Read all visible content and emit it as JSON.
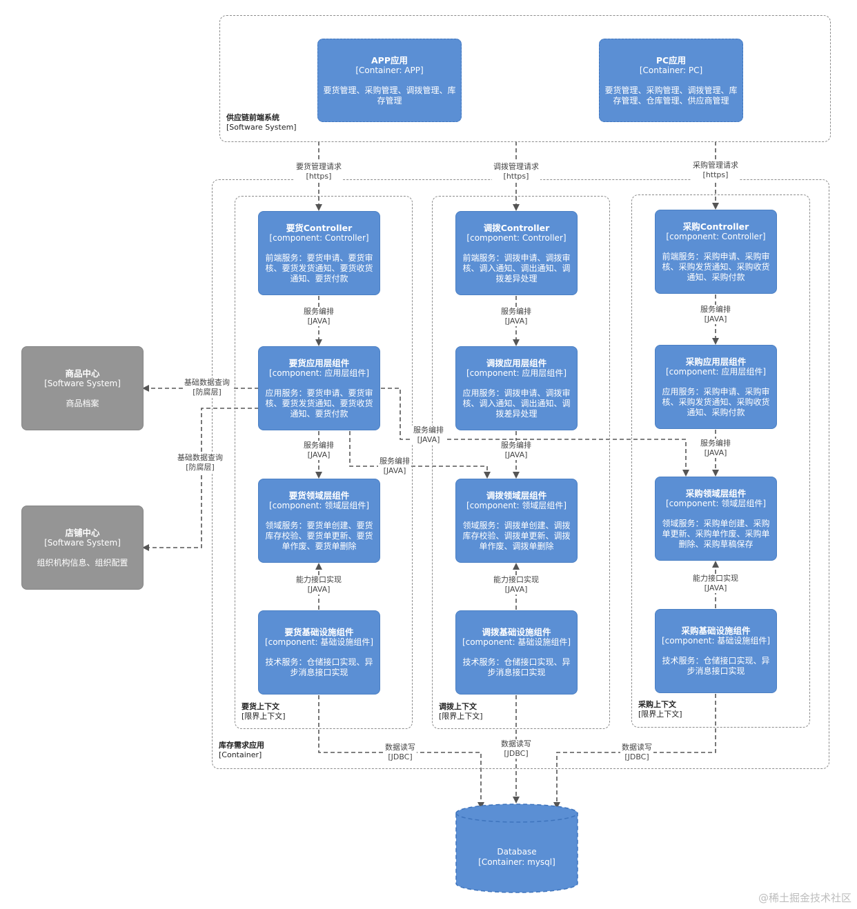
{
  "frontend": {
    "name": "供应链前端系统",
    "type": "[Software System]",
    "app": {
      "name": "APP应用",
      "type": "[Container: APP]",
      "desc": "要货管理、采购管理、调拨管理、库存管理"
    },
    "pc": {
      "name": "PC应用",
      "type": "[Container: PC]",
      "desc": "要货管理、采购管理、调拨管理、库存管理、仓库管理、供应商管理"
    }
  },
  "requests": {
    "yaohuo": {
      "label": "要货管理请求",
      "tech": "[https]"
    },
    "diaobo": {
      "label": "调拨管理请求",
      "tech": "[https]"
    },
    "caigou": {
      "label": "采购管理请求",
      "tech": "[https]"
    }
  },
  "app_container": {
    "name": "库存需求应用",
    "type": "[Container]"
  },
  "contexts": [
    {
      "name": "要货上下文",
      "type": "[限界上下文]",
      "components": [
        {
          "name": "要货Controller",
          "type": "[component: Controller]",
          "desc": "前端服务：要货申请、要货审核、要货发货通知、要货收货通知、要货付款"
        },
        {
          "name": "要货应用层组件",
          "type": "[component: 应用层组件]",
          "desc": "应用服务：要货申请、要货审核、要货发货通知、要货收货通知、要货付款"
        },
        {
          "name": "要货领域层组件",
          "type": "[component: 领域层组件]",
          "desc": "领域服务：要货单创建、要货库存校验、要货单更新、要货单作废、要货单删除"
        },
        {
          "name": "要货基础设施组件",
          "type": "[component: 基础设施组件]",
          "desc": "技术服务：仓储接口实现、异步消息接口实现"
        }
      ]
    },
    {
      "name": "调拨上下文",
      "type": "[限界上下文]",
      "components": [
        {
          "name": "调拨Controller",
          "type": "[component: Controller]",
          "desc": "前端服务：调拨申请、调拨审核、调入通知、调出通知、调拨差异处理"
        },
        {
          "name": "调拨应用层组件",
          "type": "[component: 应用层组件]",
          "desc": "应用服务：调拨申请、调拨审核、调入通知、调出通知、调拨差异处理"
        },
        {
          "name": "调拨领域层组件",
          "type": "[component: 领域层组件]",
          "desc": "领域服务：调拨单创建、调拨库存校验、调拨单更新、调拨单作废、调拨单删除"
        },
        {
          "name": "调拨基础设施组件",
          "type": "[component: 基础设施组件]",
          "desc": "技术服务：仓储接口实现、异步消息接口实现"
        }
      ]
    },
    {
      "name": "采购上下文",
      "type": "[限界上下文]",
      "components": [
        {
          "name": "采购Controller",
          "type": "[component: Controller]",
          "desc": "前端服务：采购申请、采购审核、采购发货通知、采购收货通知、采购付款"
        },
        {
          "name": "采购应用层组件",
          "type": "[component: 应用层组件]",
          "desc": "应用服务：采购申请、采购审核、采购发货通知、采购收货通知、采购付款"
        },
        {
          "name": "采购领域层组件",
          "type": "[component: 领域层组件]",
          "desc": "领域服务：采购单创建、采购单更新、采购单作废、采购单删除、采购草稿保存"
        },
        {
          "name": "采购基础设施组件",
          "type": "[component: 基础设施组件]",
          "desc": "技术服务：仓储接口实现、异步消息接口实现"
        }
      ]
    }
  ],
  "relations": {
    "orchestrate": {
      "label": "服务编排",
      "tech": "[JAVA]"
    },
    "implement": {
      "label": "能力接口实现",
      "tech": "[JAVA]"
    },
    "dbrw": {
      "label": "数据读写",
      "tech": "[JDBC]"
    },
    "basequery": {
      "label": "基础数据查询",
      "tech": "[防腐层]"
    }
  },
  "external": {
    "goods": {
      "name": "商品中心",
      "type": "[Software System]",
      "desc": "商品档案"
    },
    "store": {
      "name": "店铺中心",
      "type": "[Software System]",
      "desc": "组织机构信息、组织配置"
    }
  },
  "database": {
    "name": "Database",
    "type": "[Container: mysql]"
  },
  "watermark": "@稀土掘金技术社区",
  "colors": {
    "component": "#5b8fd4",
    "external": "#959595",
    "line": "#555555"
  }
}
